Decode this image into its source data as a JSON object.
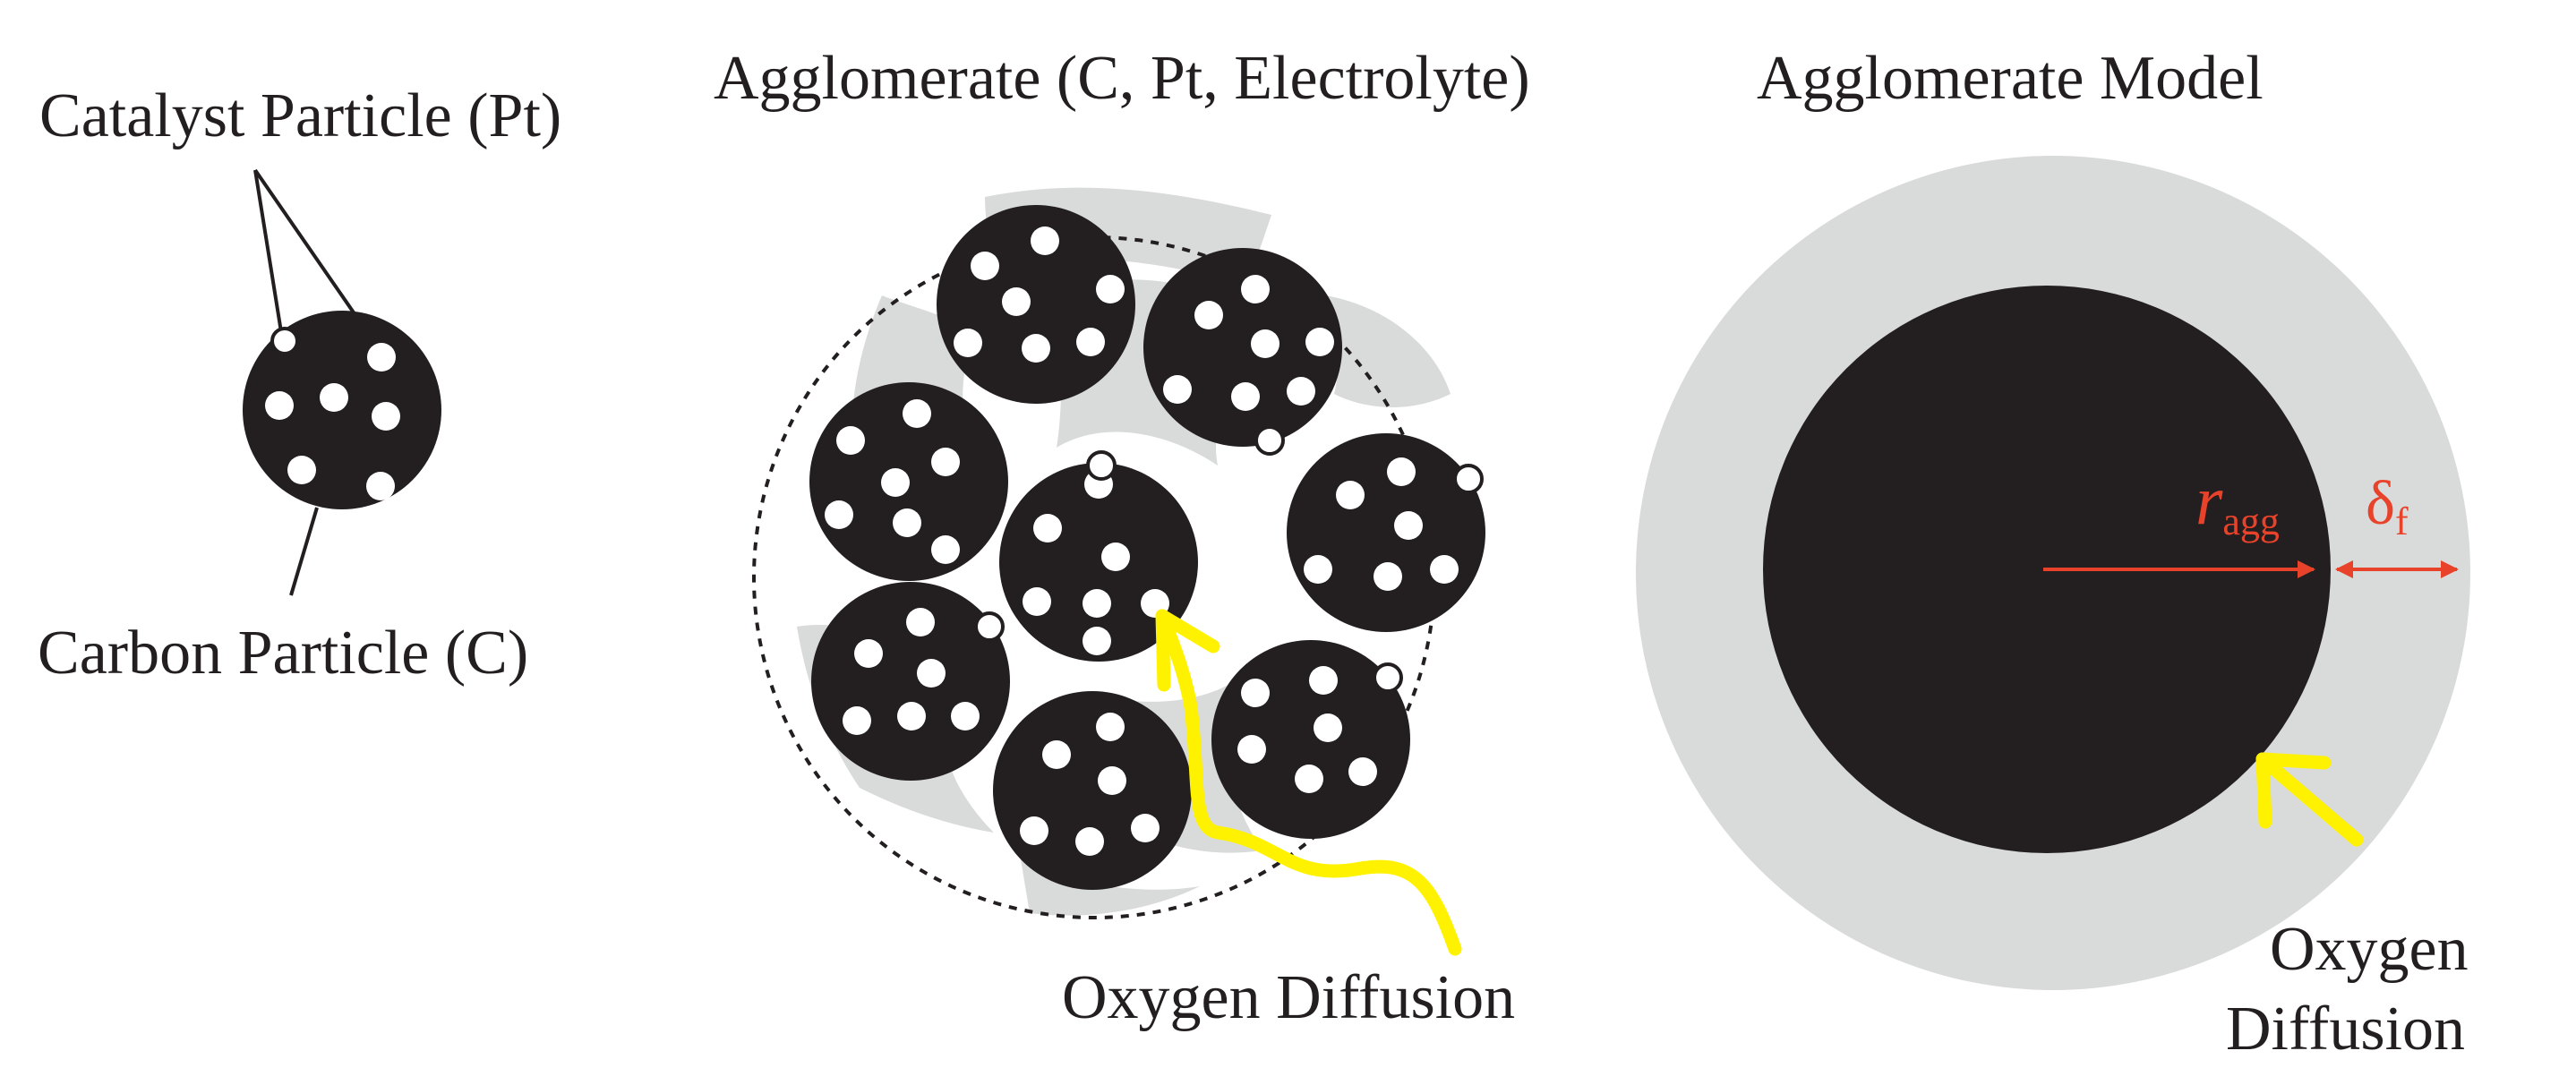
{
  "labels": {
    "catalyst_particle": "Catalyst Particle (Pt)",
    "carbon_particle": "Carbon Particle (C)",
    "agglomerate": "Agglomerate (C, Pt, Electrolyte)",
    "agglomerate_model": "Agglomerate Model",
    "oxygen_diffusion_center": "Oxygen Diffusion",
    "oxygen_word": "Oxygen",
    "diffusion_word": "Diffusion"
  },
  "symbols": {
    "r": "r",
    "r_sub": "agg",
    "delta": "δ",
    "delta_sub": "f"
  },
  "colors": {
    "particle": "#231f20",
    "electrolyte": "#d9dada",
    "oxygen_arrow": "#fff200",
    "dimension_arrow": "#e8432a"
  }
}
